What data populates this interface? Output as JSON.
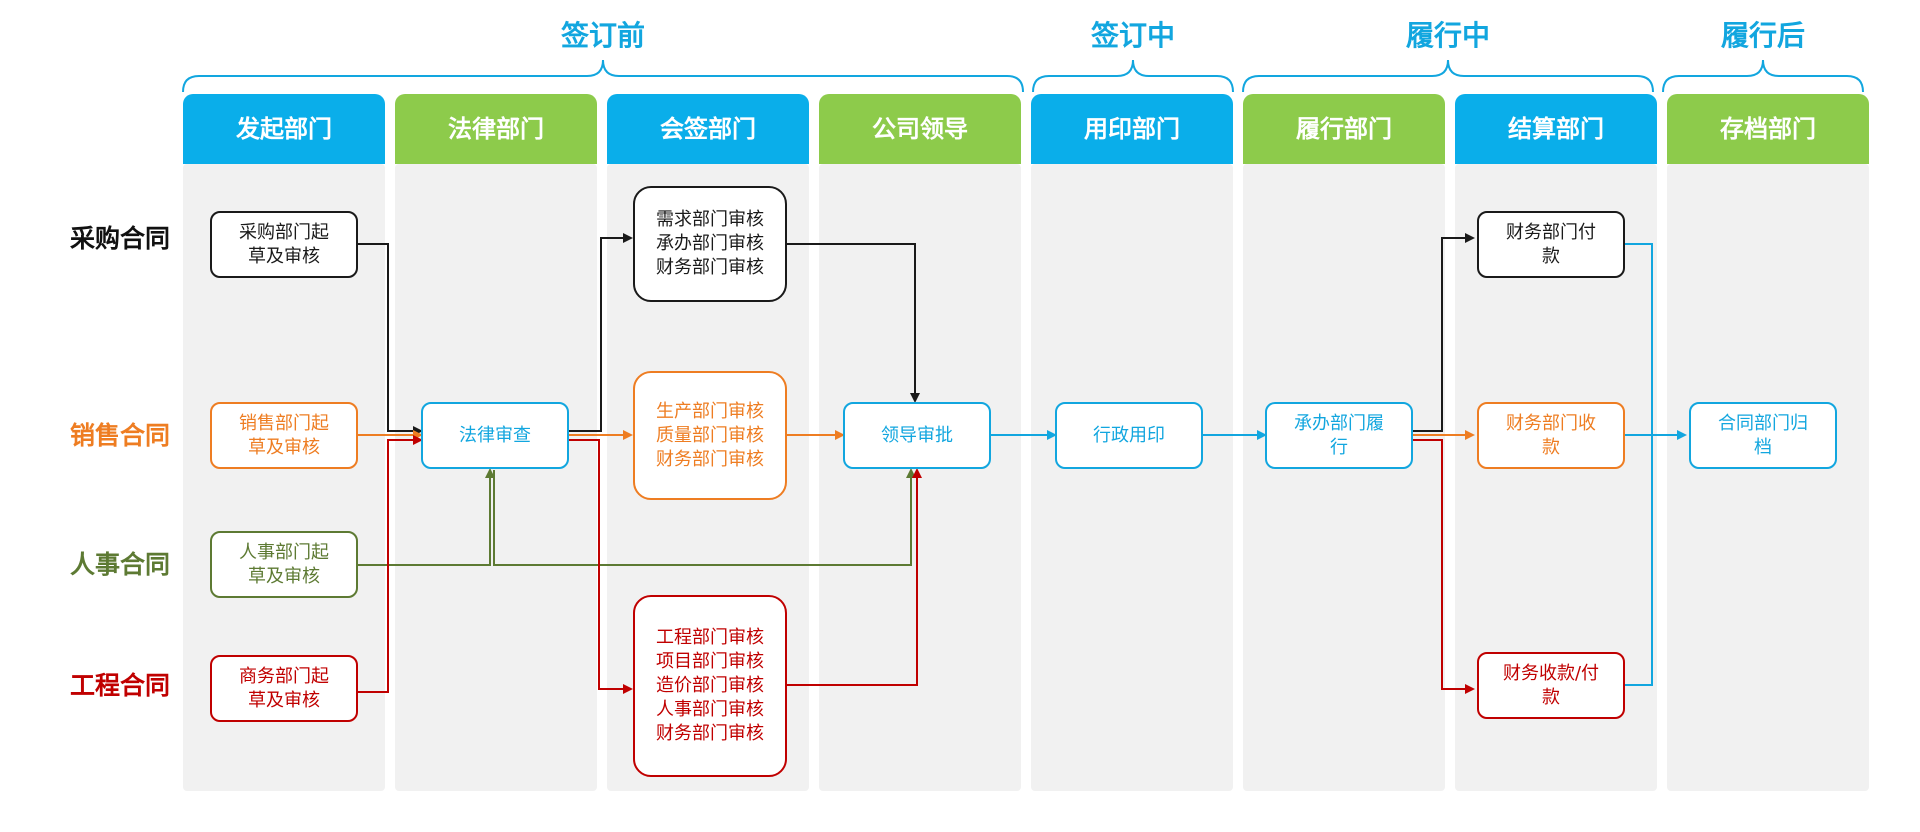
{
  "phases": {
    "before": "签订前",
    "signing": "签订中",
    "performing": "履行中",
    "after": "履行后"
  },
  "departments": [
    {
      "label": "发起部门",
      "color": "blue"
    },
    {
      "label": "法律部门",
      "color": "green"
    },
    {
      "label": "会签部门",
      "color": "blue"
    },
    {
      "label": "公司领导",
      "color": "green"
    },
    {
      "label": "用印部门",
      "color": "blue"
    },
    {
      "label": "履行部门",
      "color": "green"
    },
    {
      "label": "结算部门",
      "color": "blue"
    },
    {
      "label": "存档部门",
      "color": "green"
    }
  ],
  "contract_types": {
    "purchase": "采购合同",
    "sales": "销售合同",
    "hr": "人事合同",
    "engineering": "工程合同"
  },
  "nodes": {
    "purchase_draft": "采购部门起\n草及审核",
    "sales_draft": "销售部门起\n草及审核",
    "hr_draft": "人事部门起\n草及审核",
    "business_draft": "商务部门起\n草及审核",
    "legal_review": "法律审查",
    "cosign_purchase": "需求部门审核\n承办部门审核\n财务部门审核",
    "cosign_sales": "生产部门审核\n质量部门审核\n财务部门审核",
    "cosign_engineering": "工程部门审核\n项目部门审核\n造价部门审核\n人事部门审核\n财务部门审核",
    "leader_approval": "领导审批",
    "admin_seal": "行政用印",
    "perform": "承办部门履\n行",
    "finance_pay": "财务部门付\n款",
    "finance_receive": "财务部门收\n款",
    "finance_receive_pay": "财务收款/付\n款",
    "archive": "合同部门归\n档"
  },
  "colors": {
    "phase_text": "#12a6df",
    "header_blue": "#0aaeea",
    "header_green": "#8dcb4b",
    "lane_bg": "#f1f1f1",
    "purchase": "#1a1a1a",
    "sales": "#ee7d22",
    "hr": "#5d7a33",
    "engineering": "#c00000",
    "common": "#12a6df"
  }
}
